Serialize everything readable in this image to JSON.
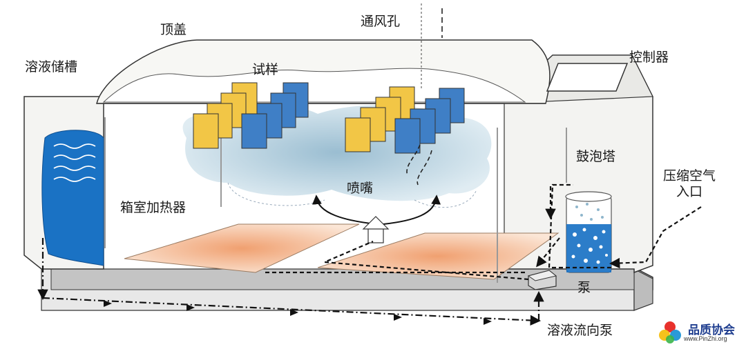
{
  "labels": {
    "top_cover": "顶盖",
    "vent": "通风孔",
    "controller": "控制器",
    "solution_tank": "溶液储槽",
    "specimen": "试样",
    "bubble_tower": "鼓泡塔",
    "compressed_air_line1": "压缩空气",
    "compressed_air_line2": "入口",
    "nozzle": "喷嘴",
    "chamber_heater": "箱室加热器",
    "pump": "泵",
    "solution_pump": "溶液流向泵"
  },
  "logo": {
    "name": "品质协会",
    "url": "www.PinZhi.org"
  },
  "colors": {
    "specimen_yellow": "#f2c646",
    "specimen_blue": "#3f7fc6",
    "solution_blue": "#1a72c4",
    "cloud": "#b9d3e0",
    "heater": "#f3c4a4",
    "base": "#c9c9c9",
    "logo_blue": "#1e3d8f"
  }
}
